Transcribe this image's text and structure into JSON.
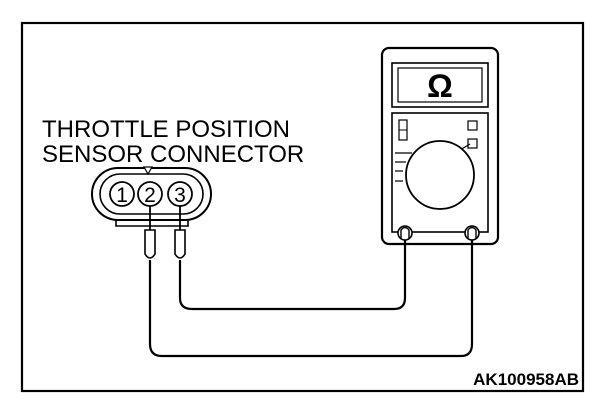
{
  "diagram": {
    "label_line1": "THROTTLE POSITION",
    "label_line2": "SENSOR CONNECTOR",
    "pins": [
      "1",
      "2",
      "3"
    ],
    "meter_display_symbol": "Ω",
    "figure_code": "AK100958AB",
    "icons": [
      "ohmmeter-icon",
      "connector-icon",
      "probe-icon"
    ],
    "colors": {
      "line": "#000000",
      "background": "#ffffff"
    }
  }
}
